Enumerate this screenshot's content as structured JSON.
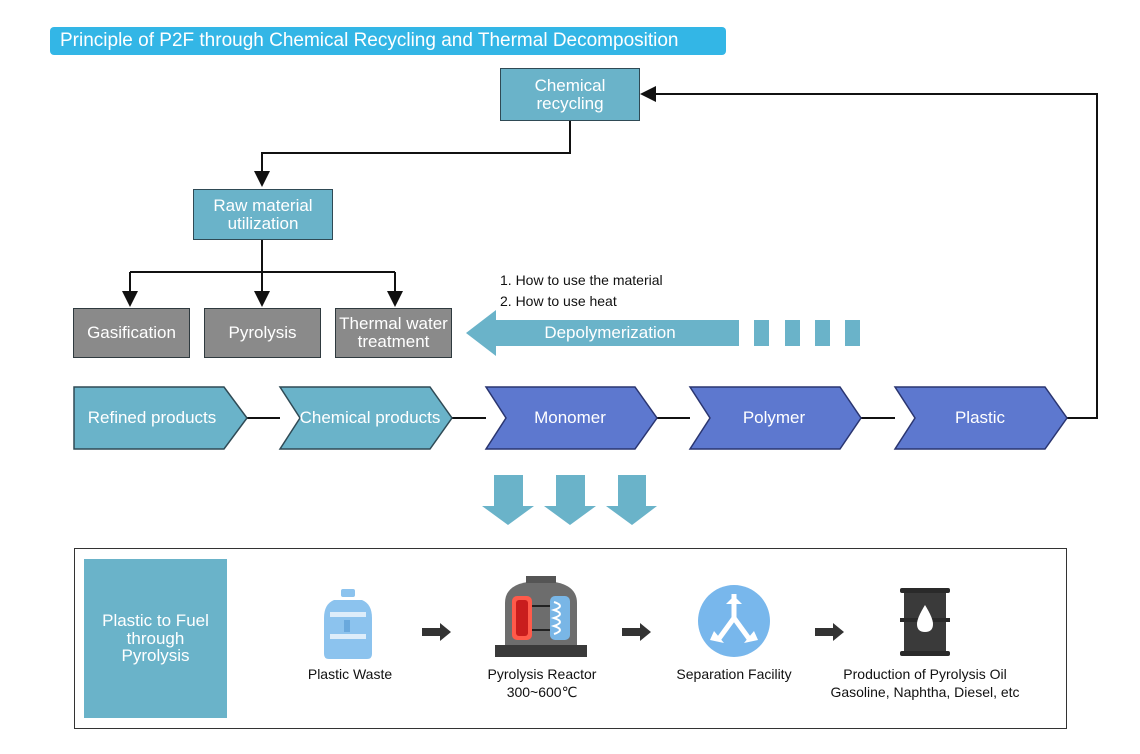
{
  "title": "Principle of P2F through Chemical Recycling and Thermal Decomposition",
  "top": {
    "chemical_recycling": "Chemical recycling",
    "raw_material": "Raw material utilization",
    "gasification": "Gasification",
    "pyrolysis": "Pyrolysis",
    "thermal_water": "Thermal water treatment"
  },
  "notes": {
    "item1": "1.  How to use the material",
    "item2": "2.  How to use heat"
  },
  "depolymerization": "Depolymerization",
  "chain": [
    "Refined products",
    "Chemical products",
    "Monomer",
    "Polymer",
    "Plastic"
  ],
  "bottom": {
    "panel_label": "Plastic to Fuel through Pyrolysis",
    "stages": [
      {
        "icon": "water-jug-icon",
        "label": "Plastic Waste",
        "sub": ""
      },
      {
        "icon": "reactor-icon",
        "label": "Pyrolysis Reactor",
        "sub": "300~600℃"
      },
      {
        "icon": "separation-icon",
        "label": "Separation Facility",
        "sub": ""
      },
      {
        "icon": "oil-barrel-icon",
        "label": "Production of Pyrolysis Oil",
        "sub": "Gasoline, Naphtha, Diesel, etc"
      }
    ]
  },
  "colors": {
    "banner": "#33b6e6",
    "teal_box": "#6ab3c9",
    "gray_box": "#8a8a8a",
    "chevron_teal": "#6ab3c9",
    "chevron_indigo": "#5d78cf",
    "arrow_light": "#6ab3c9"
  }
}
